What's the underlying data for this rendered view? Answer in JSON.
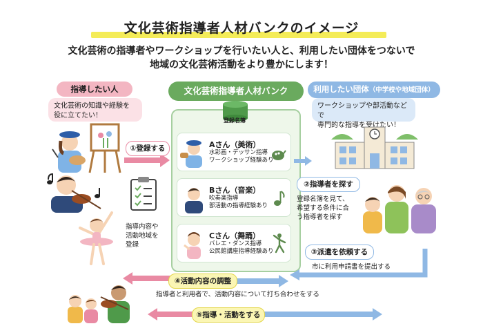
{
  "header": {
    "title": "文化芸術指導者人材バンクのイメージ",
    "subtitle_line1": "文化芸術の指導者やワークショップを行いたい人と、利用したい団体をつないで",
    "subtitle_line2": "地域の文化芸術活動をより豊かにします！"
  },
  "left": {
    "label": "指導したい人",
    "bubble_line1": "文化芸術の知識や経験を",
    "bubble_line2": "役に立てたい！"
  },
  "center": {
    "label": "文化芸術指導者人材バンク",
    "db_label": "登録名簿",
    "cards": [
      {
        "name": "Aさん（美術）",
        "line1": "水彩画・デッサン指導",
        "line2": "ワークショップ経験あり"
      },
      {
        "name": "Bさん（音楽）",
        "line1": "吹奏楽指導",
        "line2": "部活動の指導経験あり"
      },
      {
        "name": "Cさん（舞踊）",
        "line1": "バレエ・ダンス指導",
        "line2": "公民館講座指導経験あり"
      }
    ]
  },
  "right": {
    "label": "利用したい団体",
    "label_sub": "（中学校や地域団体）",
    "bubble_line1": "ワークショップや部活動などで",
    "bubble_line2": "専門的な指導を受けたい！"
  },
  "steps": {
    "s1": "①登録する",
    "s1_note_line1": "指導内容や",
    "s1_note_line2": "活動地域を",
    "s1_note_line3": "登録",
    "s2": "②指導者を探す",
    "s2_note_line1": "登録名簿を見て、",
    "s2_note_line2": "希望する条件に合",
    "s2_note_line3": "う指導者を探す",
    "s3": "③派遣を依頼する",
    "s3_note": "市に利用申請書を提出する",
    "s4": "④活動内容の調整",
    "s4_note": "指導者と利用者で、活動内容について打ち合わせをする",
    "s5": "⑤指導・活動をする"
  },
  "colors": {
    "pink": "#f3b6c2",
    "pink_arrow": "#e98aa3",
    "green": "#6aaa5e",
    "green_bg": "#eef7ea",
    "blue": "#8fb8e4",
    "blue_bg": "#dbe9f8",
    "yellow": "#f4ec58"
  }
}
